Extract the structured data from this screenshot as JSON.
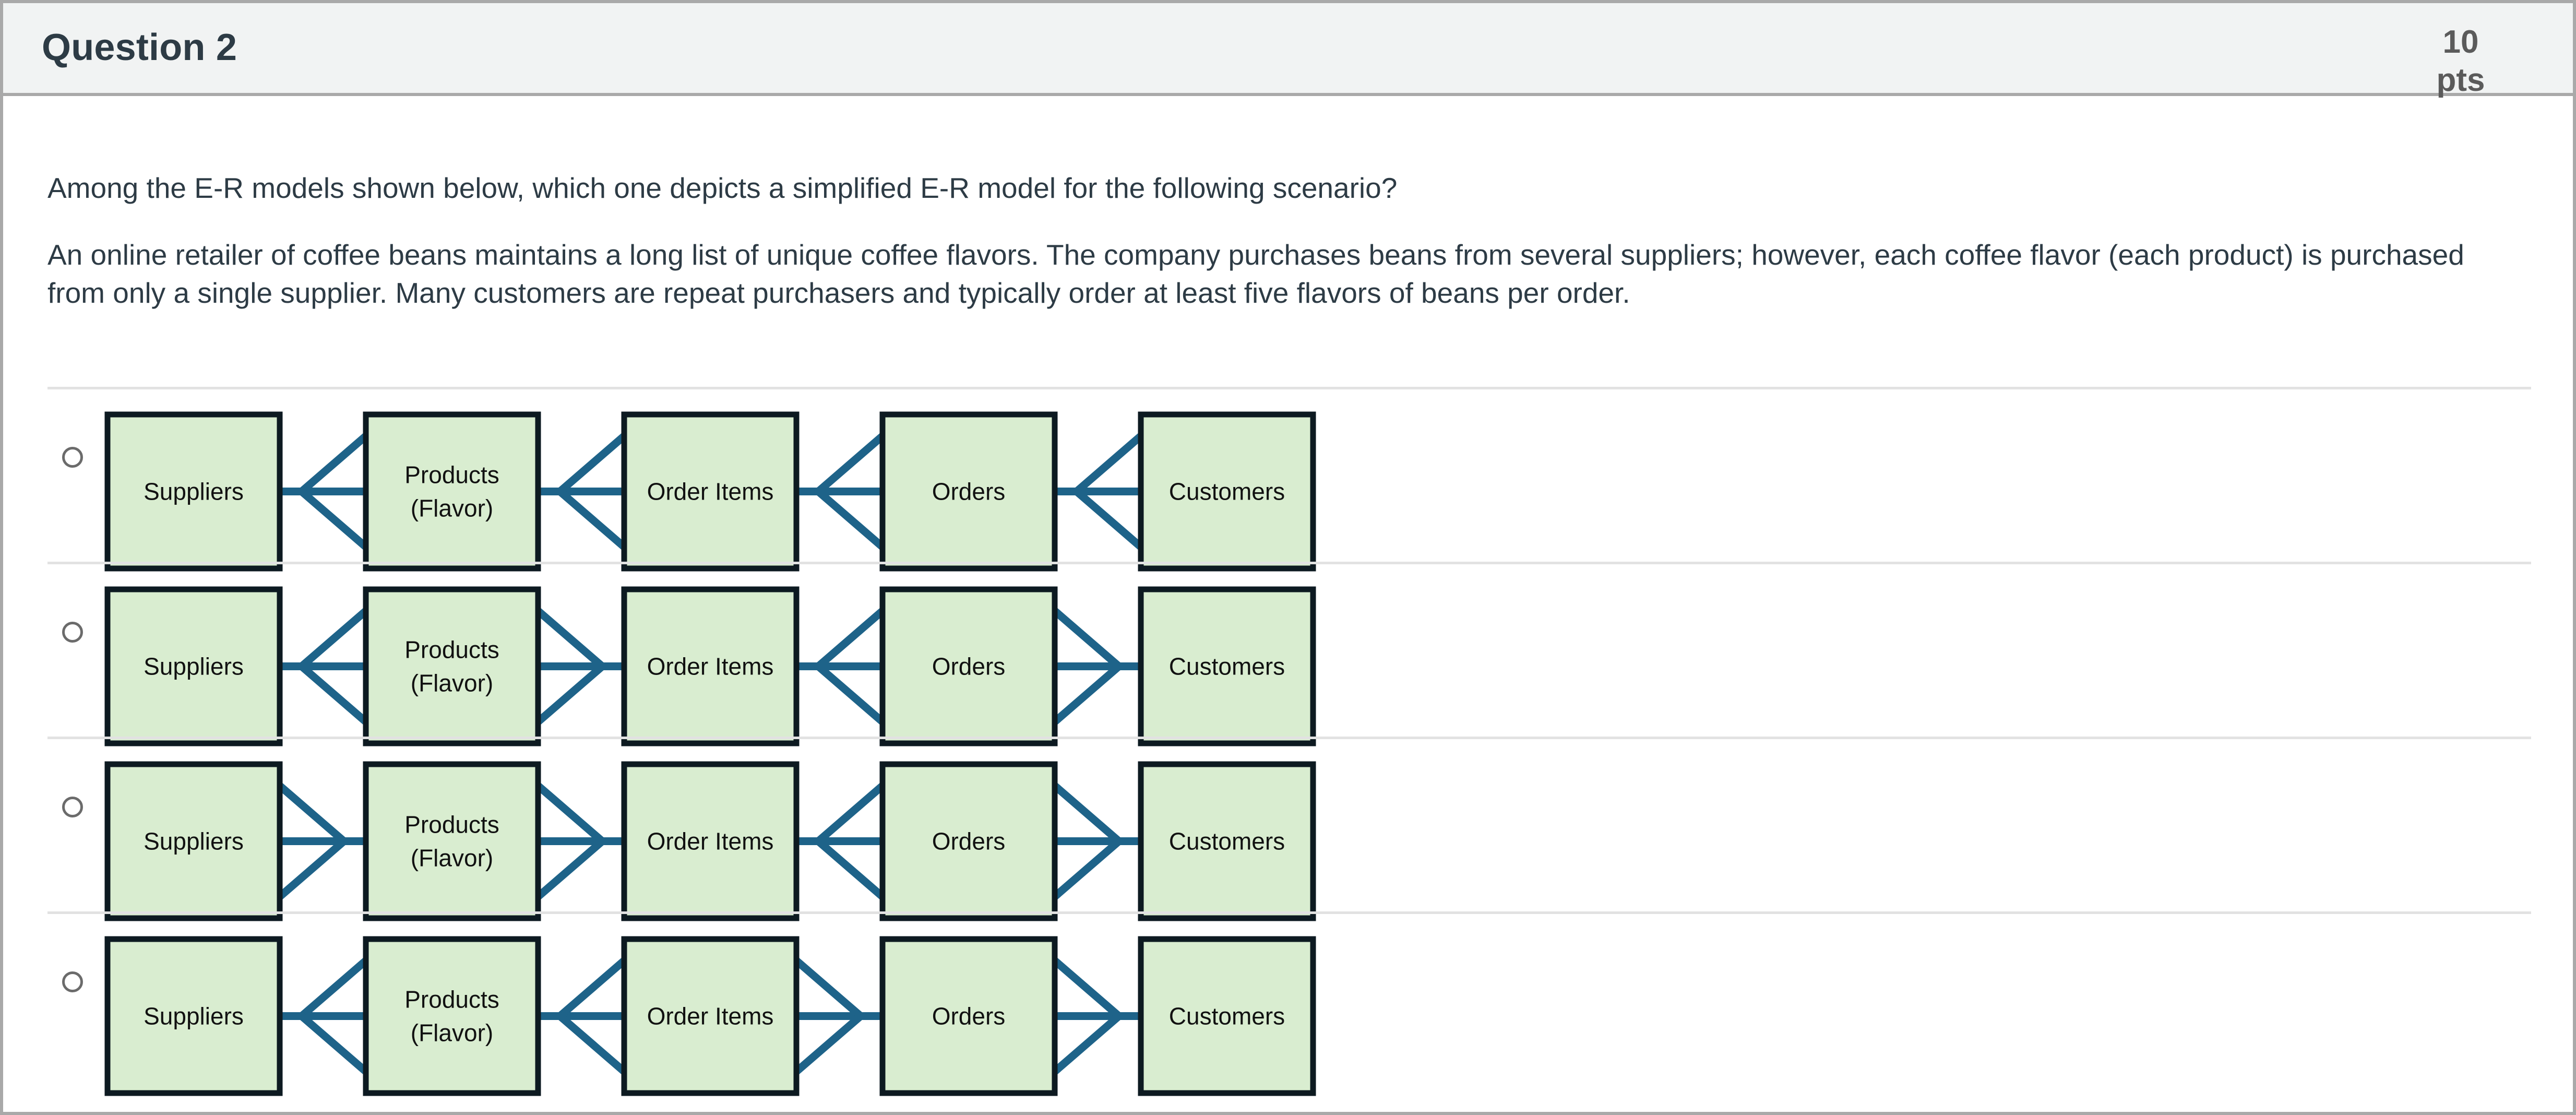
{
  "header": {
    "title": "Question 2",
    "points_value": "10",
    "points_unit": "pts"
  },
  "question": {
    "prompt": "Among the E-R models shown below, which one depicts a simplified E-R model for the following scenario?",
    "scenario": "An online retailer of coffee beans maintains a long list of unique coffee flavors. The company purchases beans from several suppliers; however, each coffee flavor (each product) is purchased from only a single supplier. Many customers are repeat purchasers and typically order at least five flavors of beans per order."
  },
  "colors": {
    "entity_fill": "#d9edd0",
    "entity_border": "#0d1a21",
    "connector": "#1e6389",
    "header_bg": "#f1f3f3",
    "card_border": "#a9a9a9",
    "divider": "#e2e2e2",
    "title_text": "#2d3b45",
    "points_text": "#5b5b5b"
  },
  "entities": [
    {
      "name": "Suppliers",
      "lines": [
        "Suppliers"
      ]
    },
    {
      "name": "Products (Flavor)",
      "lines": [
        "Products",
        "(Flavor)"
      ]
    },
    {
      "name": "Order Items",
      "lines": [
        "Order Items"
      ]
    },
    {
      "name": "Orders",
      "lines": [
        "Orders"
      ]
    },
    {
      "name": "Customers",
      "lines": [
        "Customers"
      ]
    }
  ],
  "options": [
    {
      "id": "option-a",
      "selected": false,
      "entity_labels": [
        "Suppliers",
        "Products\n(Flavor)",
        "Order Items",
        "Orders",
        "Customers"
      ],
      "connectors": [
        {
          "from": "Suppliers",
          "to": "Products (Flavor)",
          "crowfoot_side": "right"
        },
        {
          "from": "Products (Flavor)",
          "to": "Order Items",
          "crowfoot_side": "right"
        },
        {
          "from": "Order Items",
          "to": "Orders",
          "crowfoot_side": "right"
        },
        {
          "from": "Orders",
          "to": "Customers",
          "crowfoot_side": "right"
        }
      ]
    },
    {
      "id": "option-b",
      "selected": false,
      "entity_labels": [
        "Suppliers",
        "Products\n(Flavor)",
        "Order Items",
        "Orders",
        "Customers"
      ],
      "connectors": [
        {
          "from": "Suppliers",
          "to": "Products (Flavor)",
          "crowfoot_side": "right"
        },
        {
          "from": "Products (Flavor)",
          "to": "Order Items",
          "crowfoot_side": "left"
        },
        {
          "from": "Order Items",
          "to": "Orders",
          "crowfoot_side": "right"
        },
        {
          "from": "Orders",
          "to": "Customers",
          "crowfoot_side": "left"
        }
      ]
    },
    {
      "id": "option-c",
      "selected": false,
      "entity_labels": [
        "Suppliers",
        "Products\n(Flavor)",
        "Order Items",
        "Orders",
        "Customers"
      ],
      "connectors": [
        {
          "from": "Suppliers",
          "to": "Products (Flavor)",
          "crowfoot_side": "left"
        },
        {
          "from": "Products (Flavor)",
          "to": "Order Items",
          "crowfoot_side": "left"
        },
        {
          "from": "Order Items",
          "to": "Orders",
          "crowfoot_side": "right"
        },
        {
          "from": "Orders",
          "to": "Customers",
          "crowfoot_side": "left"
        }
      ]
    },
    {
      "id": "option-d",
      "selected": false,
      "entity_labels": [
        "Suppliers",
        "Products\n(Flavor)",
        "Order Items",
        "Orders",
        "Customers"
      ],
      "connectors": [
        {
          "from": "Suppliers",
          "to": "Products (Flavor)",
          "crowfoot_side": "right"
        },
        {
          "from": "Products (Flavor)",
          "to": "Order Items",
          "crowfoot_side": "right"
        },
        {
          "from": "Order Items",
          "to": "Orders",
          "crowfoot_side": "left"
        },
        {
          "from": "Orders",
          "to": "Customers",
          "crowfoot_side": "left"
        }
      ]
    }
  ]
}
